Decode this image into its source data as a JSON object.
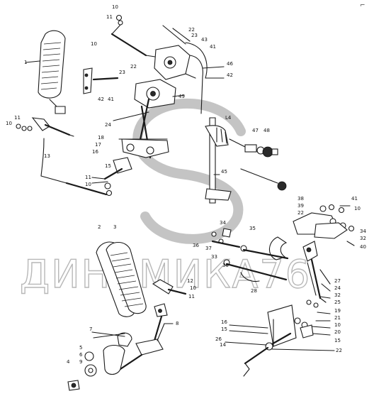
{
  "watermark": {
    "text": "ДИНАМИКА76",
    "logo": "stylized-s-logo"
  },
  "corner_mark": "⌐",
  "labels": {
    "upper_left_pedal": "1",
    "upper_nut": "10",
    "upper_washer": "11",
    "upper_rod": "10",
    "callout_22a": "22",
    "callout_23a": "23",
    "callout_43": "43",
    "callout_41a": "41",
    "callout_46": "46",
    "callout_42a": "42",
    "callout_22b": "22",
    "callout_23b": "23",
    "callout_49": "49",
    "callout_42b": "42",
    "callout_41b": "41",
    "callout_24a": "24",
    "callout_L4": "L4",
    "callout_47": "47",
    "callout_48": "48",
    "callout_45": "45",
    "left_11": "11",
    "left_10": "10",
    "left_13": "13",
    "left_18": "18",
    "left_17": "17",
    "left_16": "16",
    "left_15": "15",
    "mid_11": "11",
    "mid_10": "10",
    "pedal_2": "2",
    "pedal_3": "3",
    "pedal_12": "12",
    "pedal_10": "10",
    "pedal_11": "11",
    "bottom_7": "7",
    "bottom_8": "8",
    "bottom_5": "5",
    "bottom_6": "6",
    "bottom_9": "9",
    "bottom_4": "4",
    "right_38": "38",
    "right_39": "39",
    "right_22": "22",
    "right_41": "41",
    "right_10": "10",
    "right_34a": "34",
    "right_32": "32",
    "right_40": "40",
    "right_34b": "34",
    "right_35": "35",
    "right_36": "36",
    "right_37": "37",
    "right_33": "33",
    "right_30": "30",
    "right_28": "28",
    "right_27": "27",
    "right_24": "24",
    "right_32b": "32",
    "right_25": "25",
    "br_16": "16",
    "br_15": "15",
    "br_26": "26",
    "br_14": "14",
    "br_19": "19",
    "br_21": "21",
    "br_10": "10",
    "br_20": "20",
    "br_15b": "15",
    "br_22": "22"
  }
}
